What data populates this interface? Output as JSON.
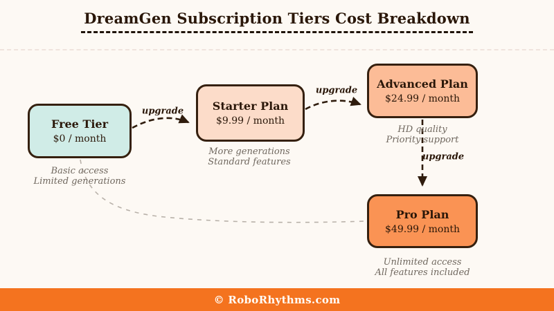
{
  "title": "DreamGen Subscription Tiers Cost Breakdown",
  "footer": {
    "text": "© RoboRhythms.com"
  },
  "colors": {
    "background": "#fdf9f4",
    "title_text": "#2a1709",
    "node_border": "#35200f",
    "arrow": "#2f1c0d",
    "caption_text": "#6f675e",
    "dotted_link": "#b8b1a9",
    "footer_bg": "#f4731f",
    "footer_text": "#fffdf9"
  },
  "nodes": [
    {
      "id": "free",
      "name": "Free Tier",
      "price": "$0 / month",
      "fill": "#d0ece7",
      "features": [
        "Basic access",
        "Limited generations"
      ]
    },
    {
      "id": "starter",
      "name": "Starter Plan",
      "price": "$9.99 / month",
      "fill": "#fcdcc9",
      "features": [
        "More generations",
        "Standard features"
      ]
    },
    {
      "id": "advanced",
      "name": "Advanced Plan",
      "price": "$24.99 / month",
      "fill": "#fcbc97",
      "features": [
        "HD quality",
        "Priority support"
      ]
    },
    {
      "id": "pro",
      "name": "Pro Plan",
      "price": "$49.99 / month",
      "fill": "#fa9354",
      "features": [
        "Unlimited access",
        "All features included"
      ]
    }
  ],
  "edges": [
    {
      "from": "free",
      "to": "starter",
      "label": "upgrade",
      "style": "dashed"
    },
    {
      "from": "starter",
      "to": "advanced",
      "label": "upgrade",
      "style": "dashed"
    },
    {
      "from": "advanced",
      "to": "pro",
      "label": "upgrade",
      "style": "dashed"
    },
    {
      "from": "free",
      "to": "pro",
      "label": "",
      "style": "dotted"
    }
  ]
}
